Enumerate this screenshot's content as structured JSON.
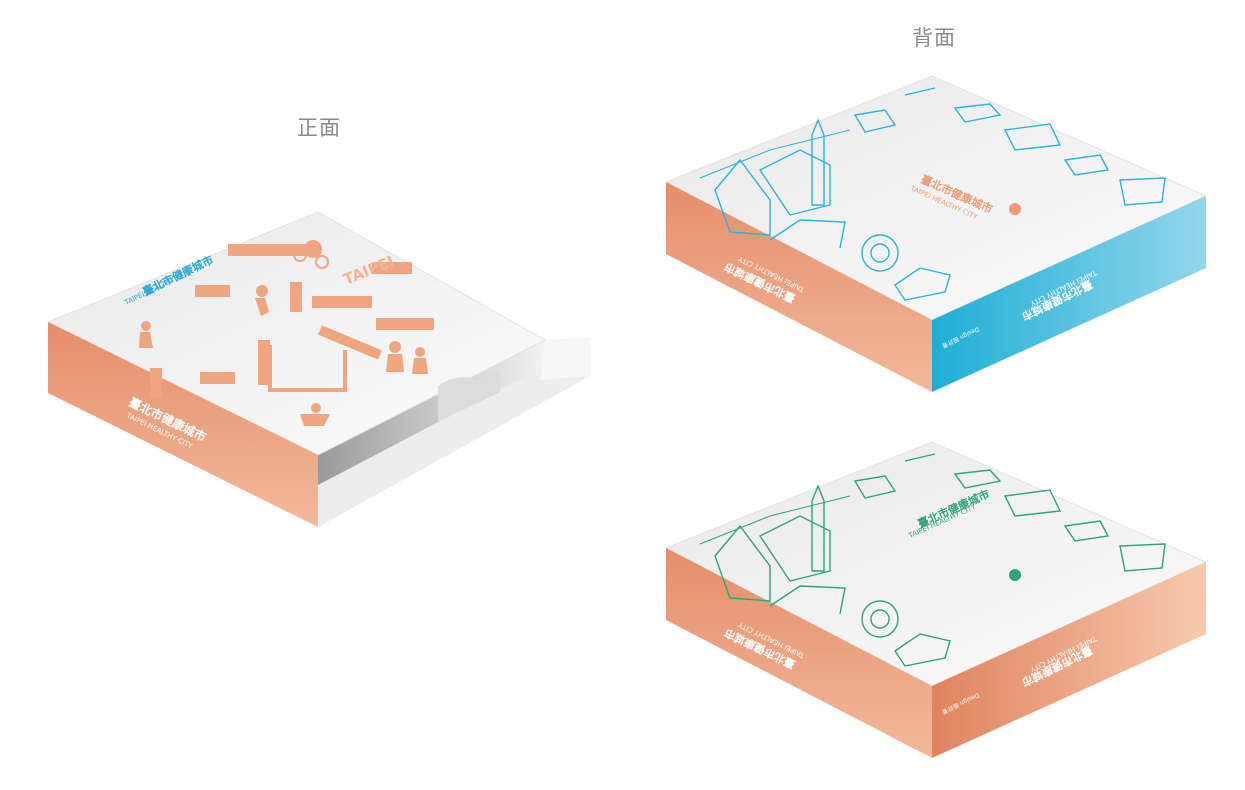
{
  "labels": {
    "front": "正面",
    "back": "背面"
  },
  "brand": {
    "name_zh": "臺北市健康城市",
    "name_en": "TAIPEI HEALTHY CITY",
    "emblem_text": "TAIPEI",
    "design_credit": "Design 設計者"
  },
  "colors": {
    "orange": "#ec9c7a",
    "orange_dark": "#e0835e",
    "orange_light": "#f6c3a8",
    "blue": "#2cb3d9",
    "blue_light": "#8fd3ea",
    "green": "#2ea37c",
    "lid_top": "#f4f4f4",
    "tray_inner": "#bdbdbd"
  },
  "icons": {
    "front_top": [
      "cyclist-icon",
      "runner-icon",
      "walker-icon",
      "dog-walker-icon",
      "family-icon"
    ],
    "back_top": [
      "bridge-icon",
      "stadium-icon",
      "train-icon",
      "taipei101-icon",
      "ferris-wheel-icon",
      "temple-icon",
      "bicycle-icon"
    ]
  }
}
